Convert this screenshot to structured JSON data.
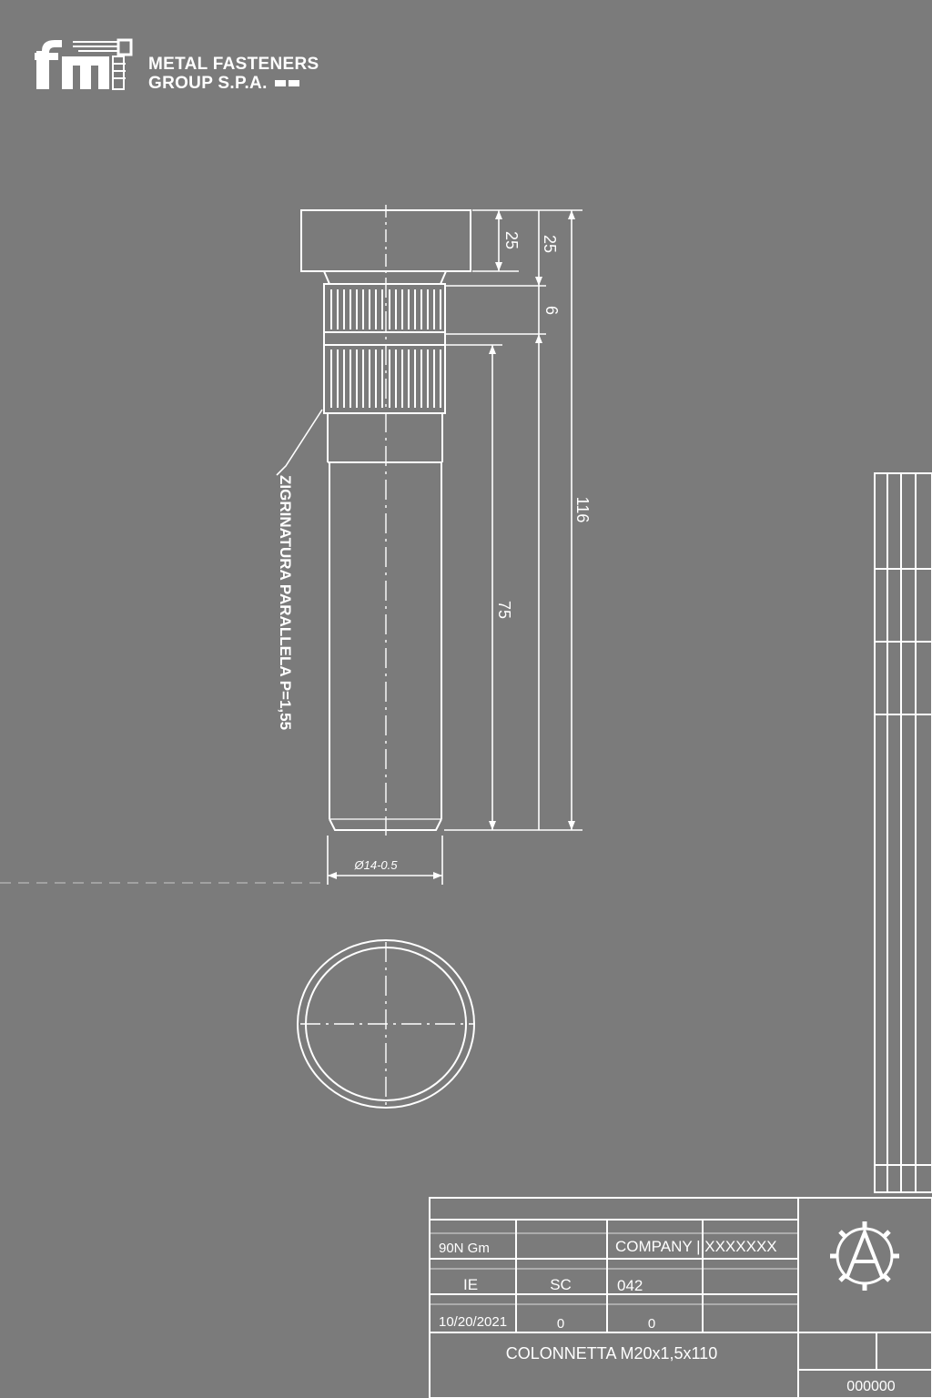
{
  "company": {
    "name_line1": "METAL FASTENERS",
    "name_line2": "GROUP S.P.A.",
    "logo_letters": "fm"
  },
  "drawing": {
    "dimensions": {
      "head_height": "25",
      "head_total": "25",
      "knurl_height": "6",
      "total_length": "116",
      "shank_length": "75",
      "diameter": "Ø14-0.5"
    },
    "knurl_callout": "ZIGRINATURA PARALLELA P=1,55"
  },
  "title_block": {
    "torque": "90N Gm",
    "company_code": "COMPANY | XXXXXXX",
    "cell_ie": "IE",
    "cell_sc": "SC",
    "cell_code": "042",
    "date": "10/20/2021",
    "rev_a": "0",
    "rev_b": "0",
    "part_title": "COLONNETTA M20x1,5x110",
    "drawing_number": "000000"
  },
  "colors": {
    "background": "#7b7b7b",
    "lines": "#ffffff"
  },
  "icons": [
    "logo-fm-icon",
    "gear-a-emblem-icon"
  ]
}
